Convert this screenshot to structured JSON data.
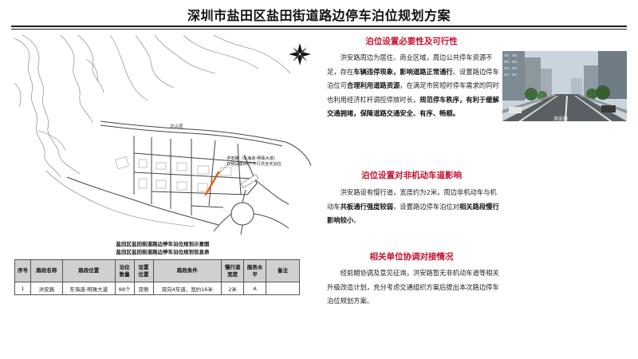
{
  "title": "深圳市盐田区盐田街道路边停车泊位规划方案",
  "map": {
    "road_label_beishan": "北山道",
    "callout_line1": "洪安路（东海道-明珠大道）",
    "callout_line2": "双侧设置88个平行式全天泊位",
    "caption1": "盐田区盐田街道路边停车泊位规划示意图",
    "caption2": "盐田区盐田街道路边停车泊位规划信息表",
    "parking_color": "#e8651a"
  },
  "table": {
    "headers": [
      "序号",
      "路段名称",
      "路段位置",
      "泊位数量",
      "设置位置",
      "路段条件",
      "慢行道宽度",
      "服务水平",
      "备注"
    ],
    "rows": [
      [
        "1",
        "洪安路",
        "东海道-明珠大道",
        "88个",
        "双侧",
        "双向4车道，宽约16米",
        "2米",
        "A",
        ""
      ]
    ]
  },
  "sections": {
    "s1": {
      "title": "泊位设置必要性及可行性",
      "body": [
        {
          "t": "洪安路周边为居住、商业区域，周边公共停车资源不足，存在"
        },
        {
          "t": "车辆违停现象，影响道路正常通行",
          "b": true
        },
        {
          "t": "。设置路边停车泊位可"
        },
        {
          "t": "合理利用道路资源",
          "b": true
        },
        {
          "t": "，在满足市民短时停车需求的同时也利用经济杠杆调控停放时长，"
        },
        {
          "t": "规范停车秩序，有利于缓解交通拥堵，保障道路交通安全、有序、畅顺。",
          "b": true
        }
      ]
    },
    "s2": {
      "title": "泊位设置对非机动车道影响",
      "body": [
        {
          "t": "洪安路设有慢行道，宽度约为2米，周边非机动车与机动车"
        },
        {
          "t": "共板通行强度较弱",
          "b": true
        },
        {
          "t": "，设置路边停车泊位对"
        },
        {
          "t": "相关路段慢行影响较小",
          "b": true
        },
        {
          "t": "。"
        }
      ]
    },
    "s3": {
      "title": "相关单位协调对接情况",
      "body": [
        {
          "t": "经前期协调及意见征询，洪安路暂无非机动车道等相关升级改造计划，充分考虑交通组织方案后提出本次路边停车泊位规划方案。"
        }
      ]
    }
  },
  "photo": {
    "label": "洪安路"
  },
  "colors": {
    "accent_red": "#c8102e",
    "table_header_bg": "#d0d0d0"
  },
  "icons": {
    "compass": "compass-rose-icon"
  }
}
